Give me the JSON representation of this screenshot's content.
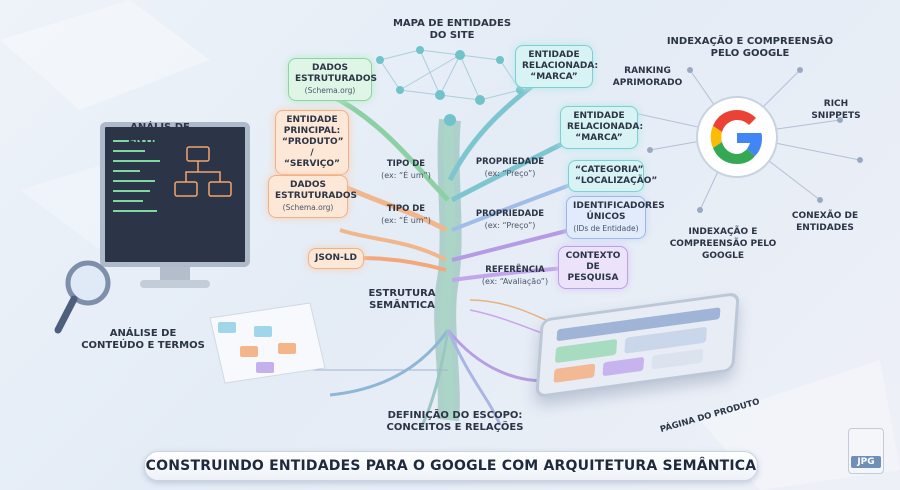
{
  "title": "CONSTRUINDO ENTIDADES PARA O GOOGLE COM ARQUITETURA SEMÂNTICA",
  "file_badge": "JPG",
  "left": {
    "entity_analysis": "ANÁLIS DE ENTIDADES",
    "content_analysis": "ANÁLISE DE CONTEÚDO E TERMOS"
  },
  "tree": {
    "site_map": "MAPA DE ENTIDADES DO SITE",
    "structure": "ESTRUTURA SEMÂNTICA",
    "scope": "DEFINIÇÃO DO ESCOPO: CONCEITOS E RELAÇÕES",
    "dados1_title": "DADOS ESTRUTURADOS",
    "dados1_sub": "(Schema.org)",
    "entidade_principal": "ENTIDADE PRINCIPAL: “PRODUTO” / “SERVIÇO”",
    "dados2_title": "DADOS ESTRUTURADOS",
    "dados2_sub": "(Schema.org)",
    "jsonld": "JSON-LD",
    "tipo1_title": "TIPO DE",
    "tipo1_sub": "(ex: “É um”)",
    "tipo2_title": "TIPO DE",
    "tipo2_sub": "(ex: “É um”)",
    "prop1_title": "PROPRIEDADE",
    "prop1_sub": "(ex: “Preço”)",
    "prop2_title": "PROPRIEDADE",
    "prop2_sub": "(ex: “Preço”)",
    "ref_title": "REFERÊNCIA",
    "ref_sub": "(ex: “Avaliação”)",
    "rel1": "ENTIDADE RELACIONADA: “MARCA”",
    "rel2": "ENTIDADE RELACIONADA: “MARCA”",
    "categoria": "“CATEGORIA” “LOCALIZAÇÃO”",
    "ids_title": "IDENTIFICADORES ÚNICOS",
    "ids_sub": "(IDs de Entidade)",
    "contexto": "CONTEXTO DE PESQUISA"
  },
  "google": {
    "index_top": "INDEXAÇÃO E COMPREENSÃO PELO GOOGLE",
    "ranking": "RANKING APRIMORADO",
    "rich": "RICH SNIPPETS",
    "index_bottom": "INDEXAÇÃO E COMPREENSÃO PELO GOOGLE",
    "conexao": "CONEXÃO DE ENTIDADES"
  },
  "product_page": "PÁGINA DO PRODUTO",
  "colors": {
    "google_blue": "#4285F4",
    "google_red": "#EA4335",
    "google_yellow": "#FBBC05",
    "google_green": "#34A853"
  }
}
